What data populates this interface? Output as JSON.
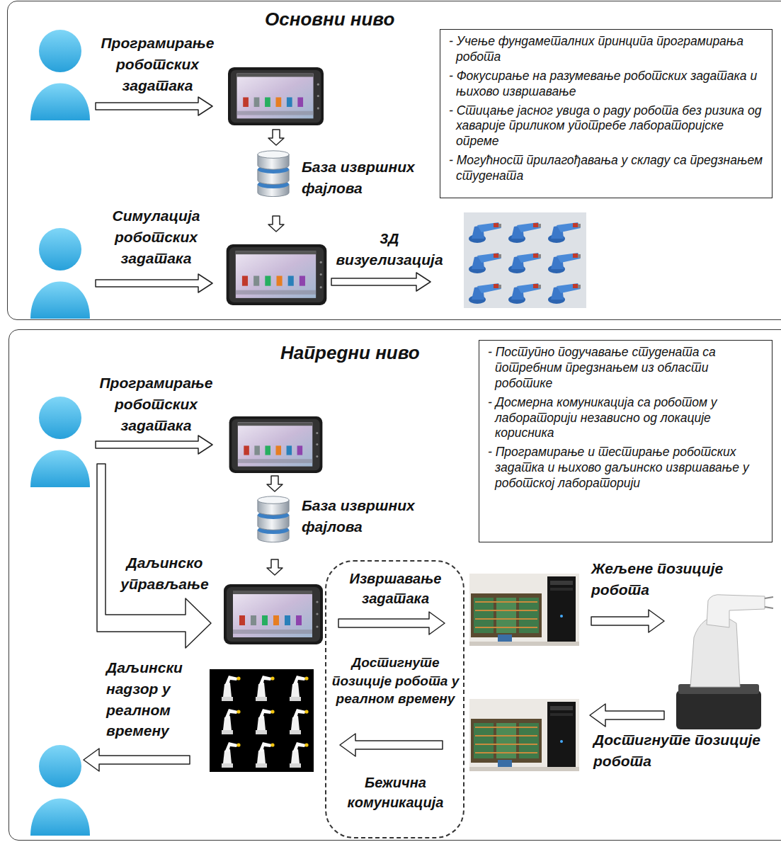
{
  "diagram": {
    "nodes": [
      {
        "text": [
          "Основни ниво"
        ]
      },
      {
        "text": [
          "- Учење фундаметалних принципа програмирања робота",
          "- Фокусирање на разумевање роботских задатака и њихово извршавање",
          "- Стицање јасног увида о раду робота без ризика од хаварије приликом употребе лабораторијске опреме",
          "- Могућност прилагођавања у складу са предзнањем студената"
        ],
        "in": 0
      },
      {
        "text": [
          "База извршних фајлова"
        ],
        "in": 0
      },
      {
        "text": [
          "Напредни ниво"
        ]
      },
      {
        "text": [
          "- Поступно подучавање студената са потребним предзнањем из области роботике",
          "- Досмерна комуникација са роботом у лабораторији независно од локације корисника",
          "- Програмирање и тестирање роботских задатка и њихово даљинско извршавање у роботској лабораторији"
        ],
        "in": 3
      },
      {
        "text": [
          "База извршних фајлова"
        ],
        "in": 3
      },
      {
        "text": [
          "Извршавање задатака",
          "Достигнуте позиције робота у реалном времену",
          "Бежична комуникација"
        ],
        "in": 3
      }
    ],
    "labels": [
      "Програмирање роботских задатака",
      "Симулација роботских задатака",
      "3Д визуелизација",
      "Програмирање роботских задатака",
      "Даљинско управљање",
      "Жељене позиције робота",
      "Достигнуте позиције робота",
      "Даљински надзор у реалном времену"
    ]
  }
}
